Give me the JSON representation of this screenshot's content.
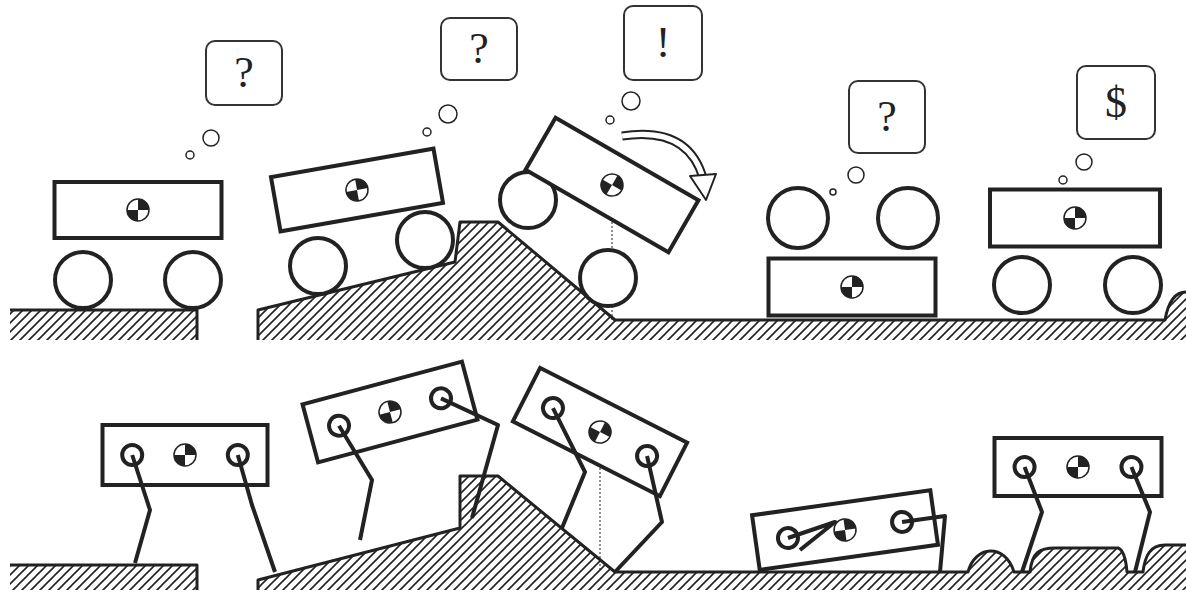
{
  "diagram": {
    "nodes": [
      {
        "text": [
          "?"
        ]
      },
      {
        "text": [
          "?"
        ]
      },
      {
        "text": [
          "!"
        ]
      },
      {
        "text": [
          "?"
        ]
      },
      {
        "text": [
          "$"
        ]
      }
    ]
  }
}
